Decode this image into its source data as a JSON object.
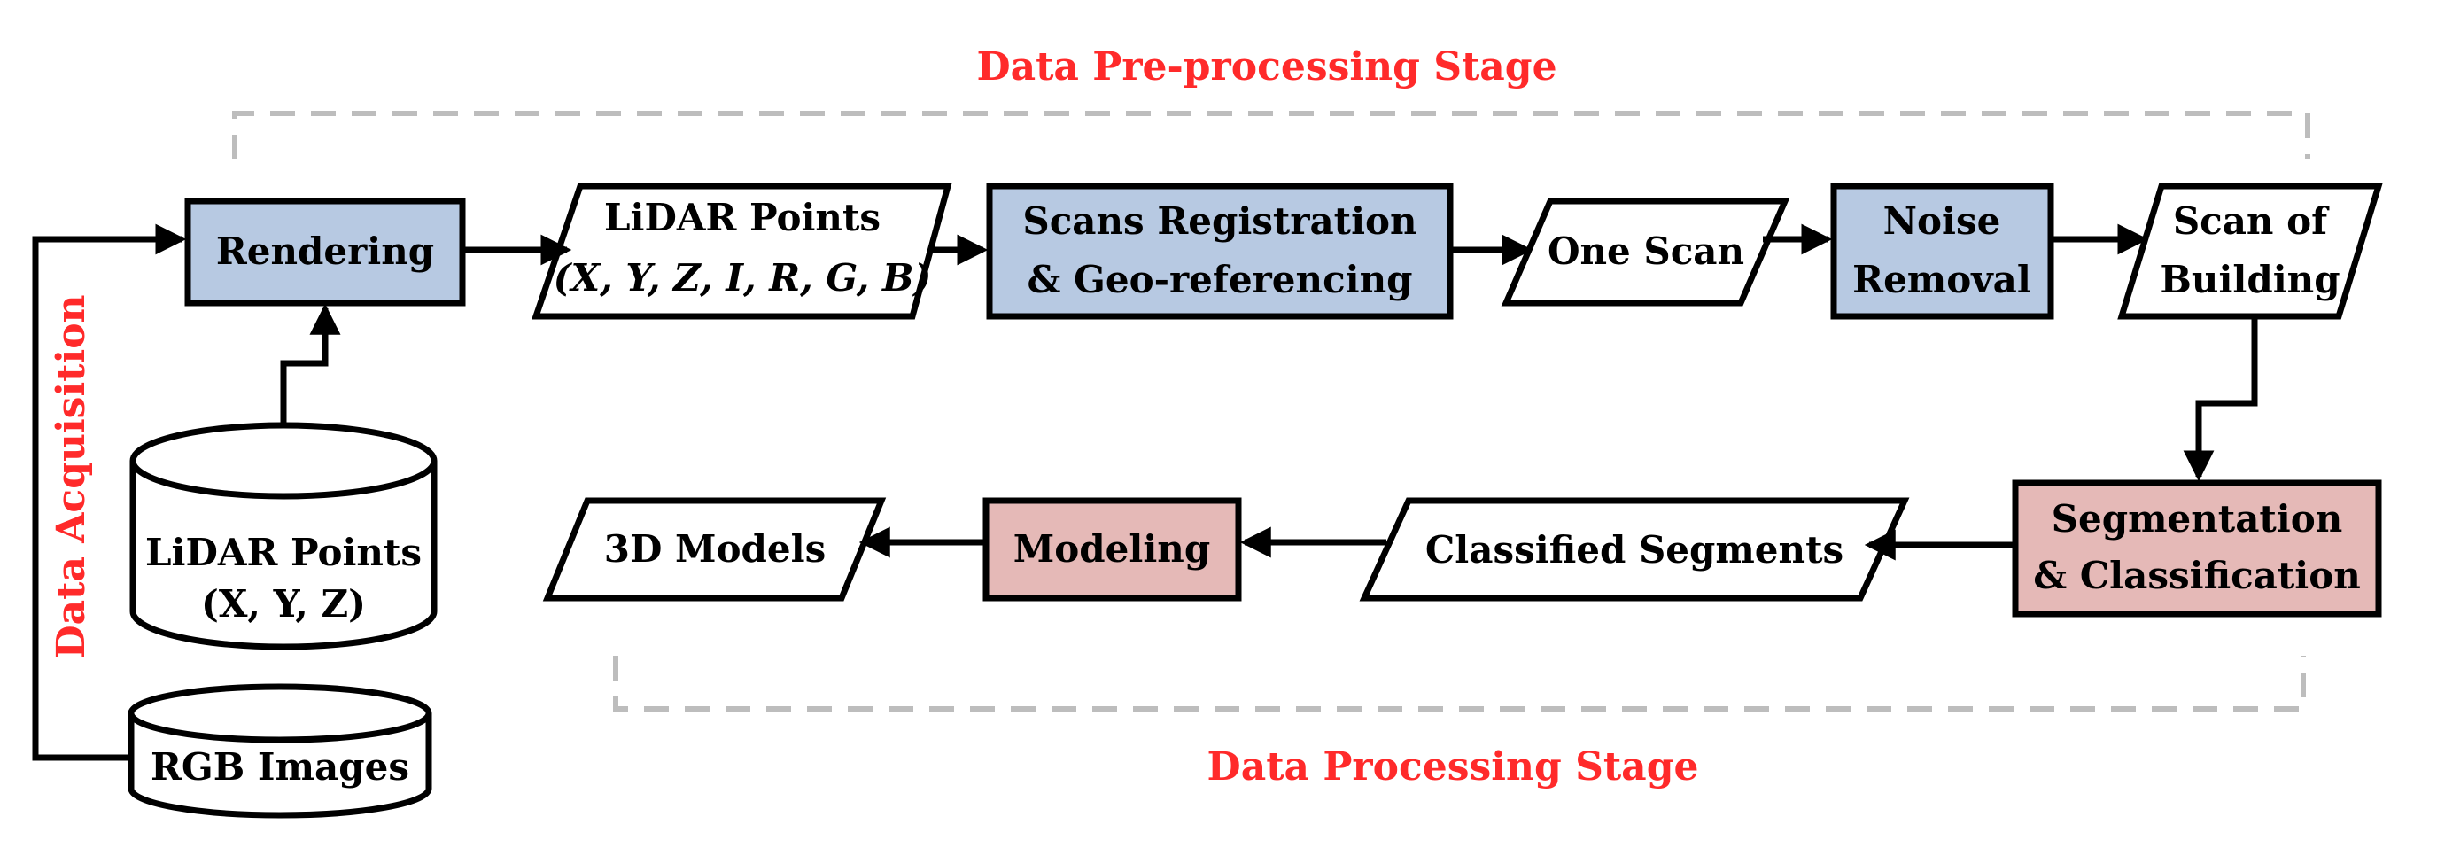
{
  "stages": {
    "preprocessing": "Data Pre-processing Stage",
    "processing": "Data Processing Stage",
    "acquisition": "Data Acquisition"
  },
  "colors": {
    "process_blue": "#b7c9e2",
    "process_pink": "#e5b9b7",
    "stage_red": "#ff2a2a",
    "bracket_gray": "#bdbdbd"
  },
  "sources": {
    "lidar_db": [
      "LiDAR Points",
      "(X, Y, Z)"
    ],
    "rgb_db": [
      "RGB Images"
    ]
  },
  "nodes": {
    "rendering": [
      "Rendering"
    ],
    "lidar_points_full": [
      "LiDAR Points",
      "(X, Y, Z, I, R, G, B)"
    ],
    "scans_registration": [
      "Scans Registration",
      "& Geo-referencing"
    ],
    "one_scan": [
      "One Scan"
    ],
    "noise_removal": [
      "Noise",
      "Removal"
    ],
    "scan_of_building": [
      "Scan of",
      "Building"
    ],
    "segmentation": [
      "Segmentation",
      "& Classification"
    ],
    "classified_segments": [
      "Classified Segments"
    ],
    "modeling": [
      "Modeling"
    ],
    "models_3d": [
      "3D Models"
    ]
  }
}
